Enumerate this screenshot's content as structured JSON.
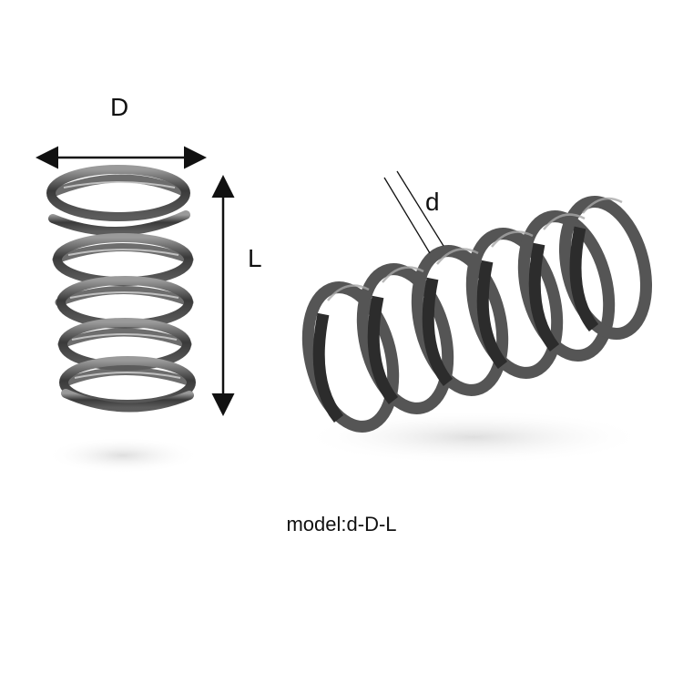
{
  "labels": {
    "outer_diameter": "D",
    "length": "L",
    "wire_diameter": "d"
  },
  "caption": "model:d-D-L",
  "colors": {
    "background": "#ffffff",
    "steel_dark": "#2e2e2e",
    "steel_mid": "#6b6b6b",
    "steel_light": "#c9c9c9",
    "arrow": "#111111"
  },
  "icons": {
    "left_spring": "compression-spring-vertical",
    "right_spring": "compression-spring-horizontal"
  }
}
